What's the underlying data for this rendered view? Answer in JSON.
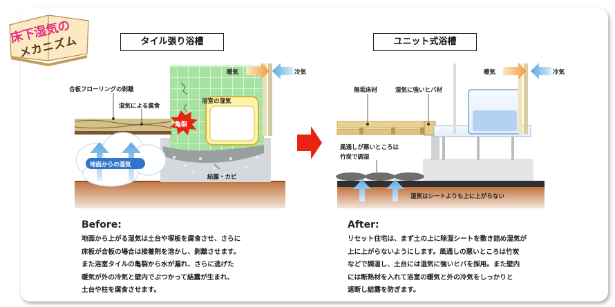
{
  "badge": {
    "line1": "床下湿気の",
    "line2": "メカニズム"
  },
  "before": {
    "title": "タイル張り浴槽",
    "labels": {
      "flooring": "合板フローリングの剥離",
      "decay": "湿気による腐食",
      "bath_moisture": "浴室の湿気",
      "crack": "亀裂",
      "ground_moisture": "地面からの湿気",
      "condensation": "結露・カビ",
      "warm_air": "暖気",
      "cold_air": "冷気"
    },
    "heading": "Before:",
    "lines": [
      "地面から上がる湿気は土台や塚板を腐食させ、さらに",
      "床板が合板の場合は接着剤を溶かし、剥離させます。",
      "また浴室タイルの亀裂から水が漏れ、さらに逃げた",
      "暖気が外の冷気と壁内でぶつかって結露が生まれ、",
      "土台や柱を腐食させます。"
    ]
  },
  "after": {
    "title": "ユニット式浴槽",
    "labels": {
      "floor_material": "無垢床材",
      "hiba": "湿気に強いヒバ材",
      "ventilation_1": "風通しが悪いところは",
      "ventilation_2": "竹炭で調湿",
      "sheet": "湿気はシートよりも上に上がらない",
      "warm_air": "暖気",
      "cold_air": "冷気"
    },
    "heading": "After:",
    "lines": [
      "リセット住宅は、まず土の上に除湿シートを敷き詰め湿気が",
      "上に上がらないようにします。風通しの悪いところは竹炭",
      "などで調湿し、土台には湿気に強いヒバを採用。また壁内",
      "には断熱材を入れて浴室の暖気と外の冷気をしっかりと",
      "遮断し結露を防ぎます。"
    ]
  },
  "colors": {
    "accent_pink": "#e52e7f",
    "arrow_red": "#e8230f",
    "soil": "#a85a2c",
    "tile_green": "#9fdc9b",
    "sky_blue": "#79b8e6",
    "warm_orange": "#f4a64a"
  }
}
